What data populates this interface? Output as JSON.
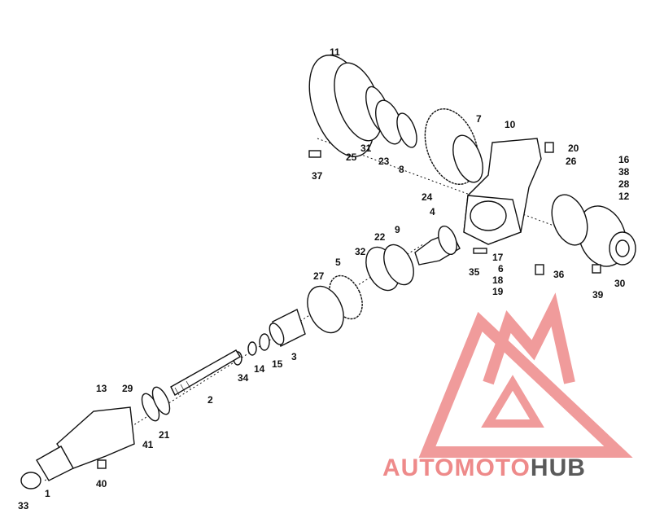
{
  "diagram": {
    "callouts": [
      "1",
      "2",
      "3",
      "4",
      "5",
      "6",
      "7",
      "8",
      "9",
      "10",
      "11",
      "12",
      "13",
      "14",
      "15",
      "16",
      "17",
      "18",
      "19",
      "20",
      "21",
      "22",
      "23",
      "24",
      "25",
      "26",
      "27",
      "28",
      "29",
      "30",
      "31",
      "32",
      "33",
      "34",
      "35",
      "36",
      "37",
      "38",
      "39",
      "40",
      "41"
    ]
  },
  "watermark": {
    "part1": "AUTO",
    "part2": "MOTO",
    "part3": "HUB",
    "colors": {
      "logo": "#ee8a8a",
      "hub": "#5a5a5a"
    }
  }
}
